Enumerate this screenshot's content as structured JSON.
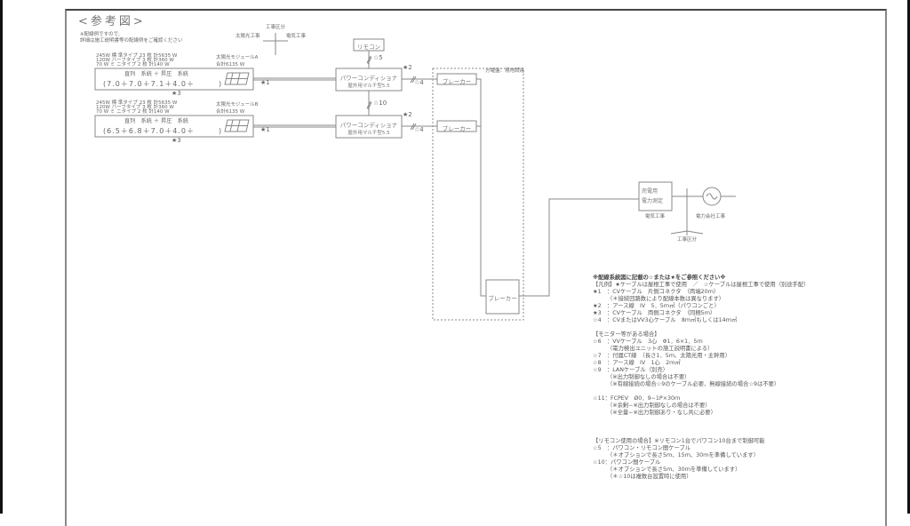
{
  "title": "<参考図>",
  "note": [
    "※配線例ですので、",
    "詳細は施工説明書等の配線例をご確認ください"
  ],
  "work_division_top": {
    "label": "工事区分",
    "left": "太陽光工事",
    "right": "電気工事"
  },
  "arrays": [
    {
      "specs": [
        "245W 標 準タイプ 23 枚 計5635 W",
        "120W ハーフタイプ 3 枚 計360 W",
        "70 W ミ ニタイプ 2 枚 計140 W"
      ],
      "module_name": "太陽光モジュールA",
      "total": "合計6135 W",
      "header": "直列　系統 ＋ 昇圧　系統",
      "series": "(7.0＋7.0＋7.1＋4.0＋　　　)",
      "cable_mark": "★1",
      "bottom_mark": "★3"
    },
    {
      "specs": [
        "245W 標 準タイプ 23 枚 計5635 W",
        "120W ハーフタイプ 3 枚 計360 W",
        "70 W ミ ニタイプ 2 枚 計140 W"
      ],
      "module_name": "太陽光モジュールB",
      "total": "合計6135 W",
      "header": "直列　系統 ＋ 昇圧　系統",
      "series": "(6.5＋6.8＋7.0＋4.0＋　　　)",
      "cable_mark": "★1",
      "bottom_mark": "★3"
    }
  ],
  "remote": {
    "label": "リモコン",
    "mark": "☆5"
  },
  "link_mark": "☆10",
  "inverters": [
    {
      "line1": "パワーコンディショナ",
      "line2": "屋外用マルチ型5.5",
      "mark": "★2",
      "cable": "☆4"
    },
    {
      "line1": "パワーコンディショナ",
      "line2": "屋外用マルチ型5.5",
      "mark": "★2",
      "cable": "☆4"
    }
  ],
  "breakers": [
    "ブレーカー",
    "ブレーカー",
    "ブレーカー"
  ],
  "panel_label": "分電盤：現地調達",
  "meter": {
    "line1": "売電用",
    "line2": "電力測定",
    "caption": "電気工事"
  },
  "grid": {
    "caption": "電力会社工事"
  },
  "work_division_bottom": "工事区分",
  "legend": {
    "heading": "※配線系統図に記載の☆または★をご参照ください※",
    "intro": "【凡例】★ケーブルは屋根工事で使用　／　☆ケーブルは屋根工事で使用（別途手配）",
    "items1": [
      {
        "text": "★1　：CVケーブル　片側コネクタ　（両端20ｍ）",
        "sub": false
      },
      {
        "text": "（＊接続回路数により配線本数は異なります）",
        "sub": true
      },
      {
        "text": "★2　：アース線　IV　5．5ｍ㎡（パワコンごと）",
        "sub": false
      },
      {
        "text": "★3　：CVケーブル　両側コネクタ　（同梱5ｍ）",
        "sub": false
      },
      {
        "text": "☆4　：CVまたはVV3心ケーブル　8ｍ㎡もしくは14ｍ㎡",
        "sub": false
      }
    ],
    "section2": "【モニター等がある場合】",
    "items2": [
      {
        "text": "☆6　：VVケーブル　3心　Φ1．6×1．5ｍ",
        "sub": false
      },
      {
        "text": "（電力検出ユニットの施工説明書による）",
        "sub": true
      },
      {
        "text": "☆7　：付属CT線　（長さ1．5ｍ、太陽光用・主幹用）",
        "sub": false
      },
      {
        "text": "☆8　：アース線　IV　1心　2ｍ㎡",
        "sub": false
      },
      {
        "text": "☆9　：LANケーブル（別売）",
        "sub": false
      },
      {
        "text": "（※出力制御なしの場合は不要）",
        "sub": true
      },
      {
        "text": "（※有線接続の場合☆9のケーブル必要、無線接続の場合☆9は不要）",
        "sub": true
      }
    ],
    "items3": [
      {
        "text": "☆11：FCPEV　Ø0．9−1P×30ｍ",
        "sub": false
      },
      {
        "text": "（※余剰−※出力制御なしの場合は不要）",
        "sub": true
      },
      {
        "text": "（※全量−※出力制御あり・なし共に必要）",
        "sub": true
      }
    ],
    "section4": "【リモコン使用の場合】※リモコン1台でパワコン10台まで制御可能",
    "items4": [
      {
        "text": "☆5　：パワコン・リモコン間ケーブル",
        "sub": false
      },
      {
        "text": "（＊オプションで長さ5ｍ、15ｍ、30ｍを準備しています）",
        "sub": true
      },
      {
        "text": "☆10：パワコン間ケーブル",
        "sub": false
      },
      {
        "text": "（＊オプションで長さ5ｍ、30ｍを準備しています）",
        "sub": true
      },
      {
        "text": "（＊☆10は複数台設置時に使用）",
        "sub": true
      }
    ]
  },
  "colors": {
    "line": "#888888",
    "frame": "#444444",
    "text": "#666666"
  }
}
